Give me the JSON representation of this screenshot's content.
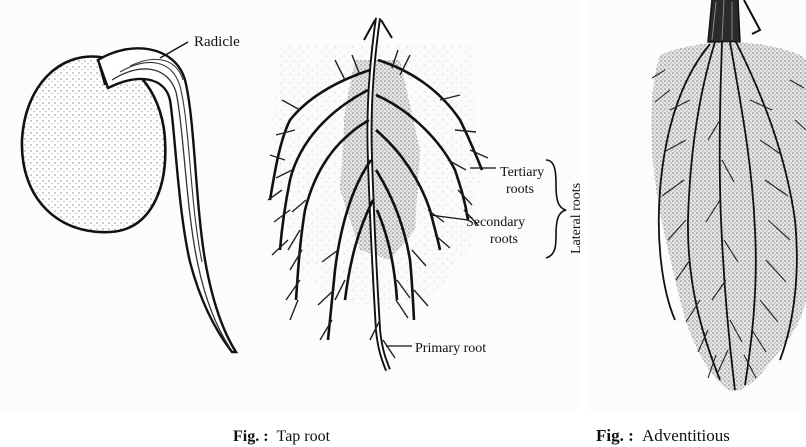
{
  "labels": {
    "radicle": "Radicle",
    "tertiary_line1": "Tertiary",
    "tertiary_line2": "roots",
    "secondary_line1": "Secondary",
    "secondary_line2": "roots",
    "lateral": "Lateral roots",
    "primary": "Primary root"
  },
  "captions": {
    "left_prefix": "Fig. :",
    "left_text": "Tap root",
    "right_prefix": "Fig. :",
    "right_text": "Adventitious"
  }
}
